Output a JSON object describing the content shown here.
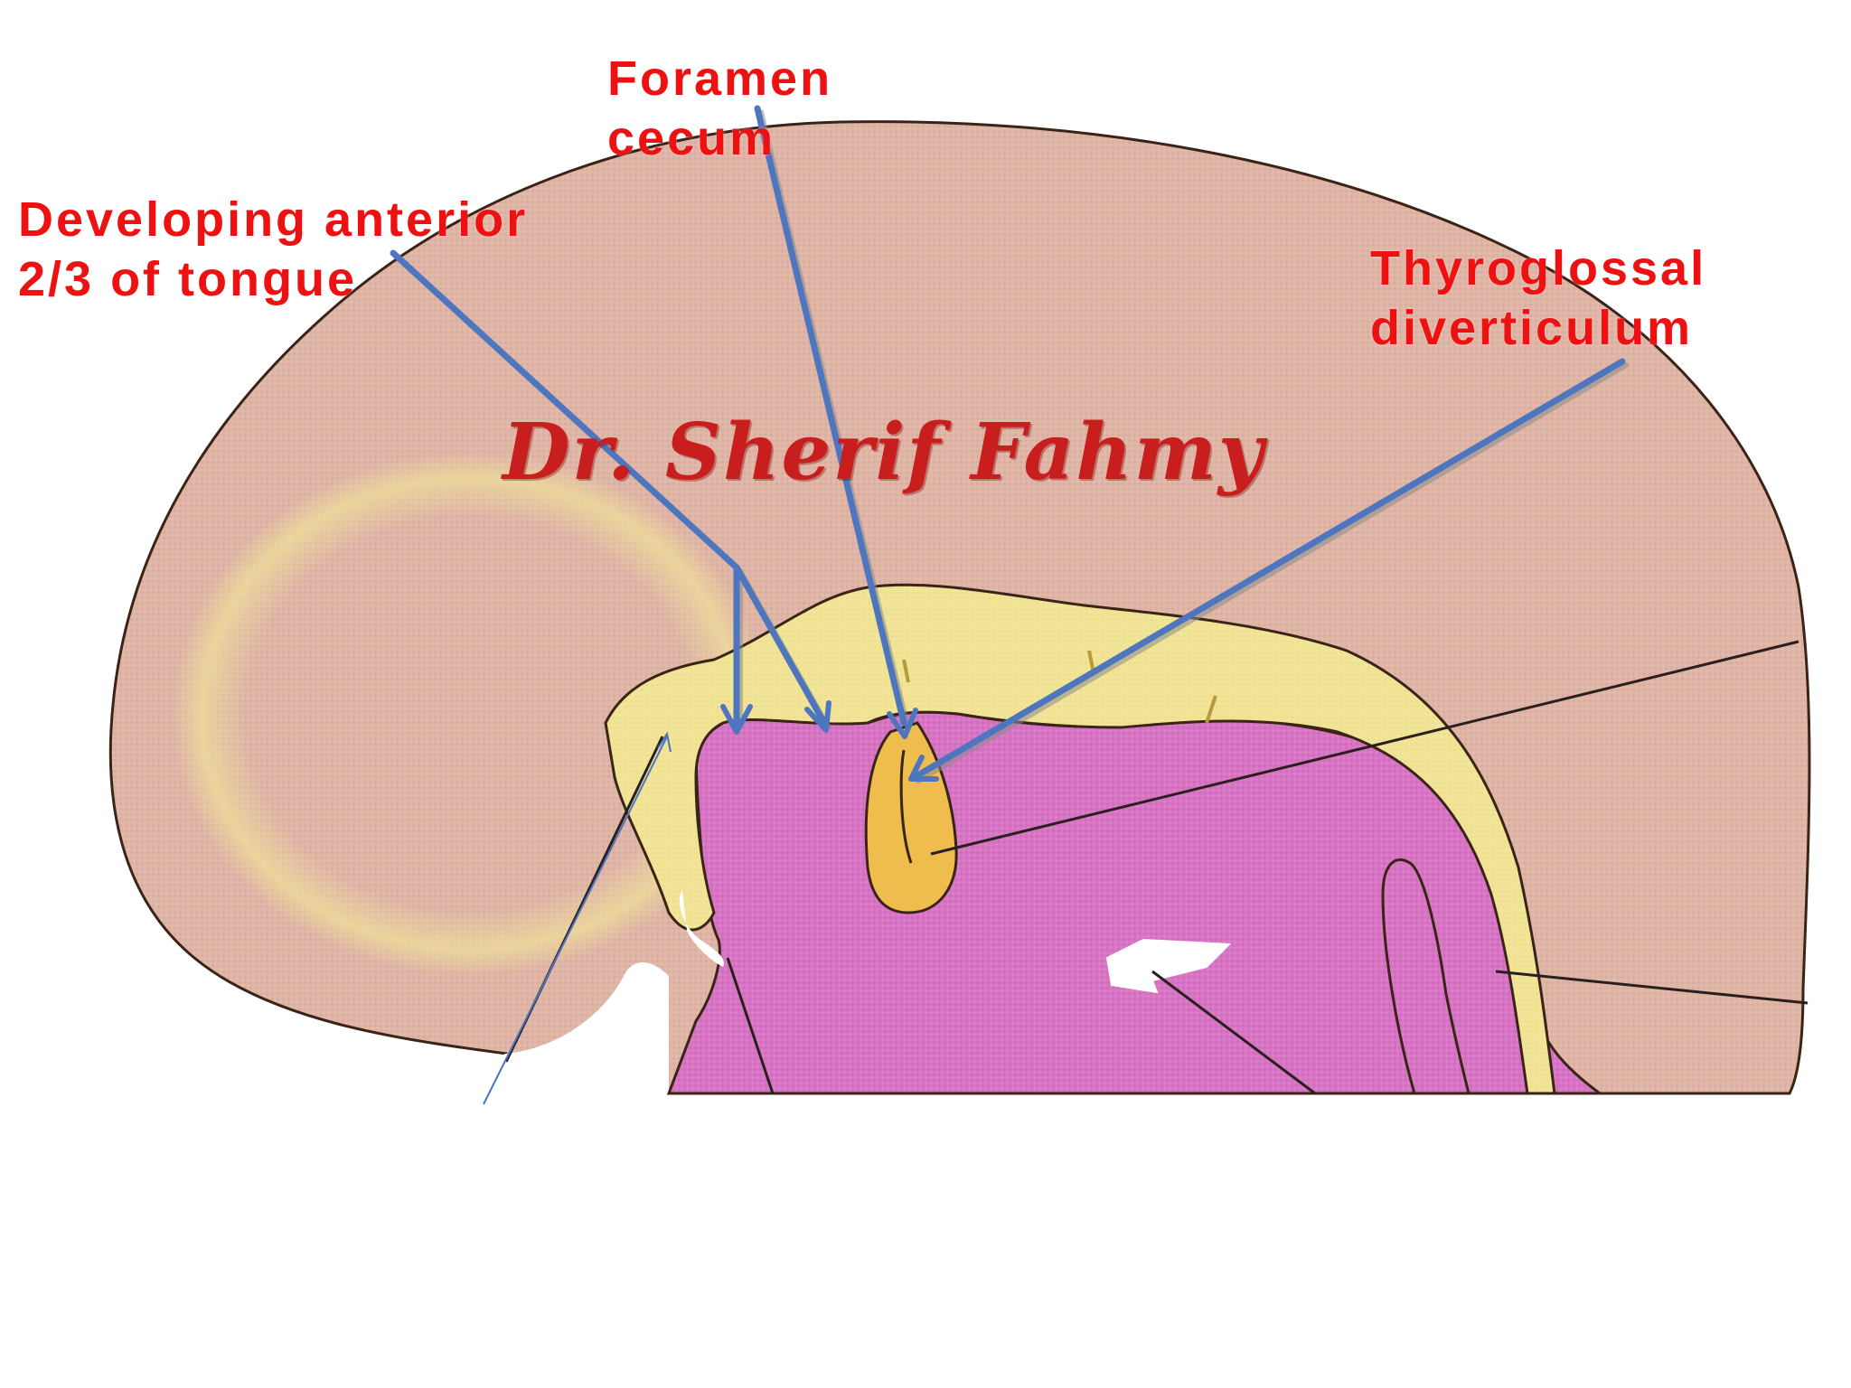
{
  "labels": {
    "foramen_cecum": {
      "line1": "Foramen",
      "line2": "cecum"
    },
    "developing_tongue": {
      "line1": "Developing anterior",
      "line2": "2/3 of tongue"
    },
    "thyroglossal": {
      "line1": "Thyroglossal",
      "line2": "diverticulum"
    }
  },
  "watermark": "Dr. Sherif Fahmy",
  "colors": {
    "label_red": "#ee1111",
    "watermark_red": "#c81e1e",
    "arrow_blue": "#4d76bf",
    "leader_dark": "#2a1f1f",
    "head_tissue": "#dfb5a6",
    "head_outline": "#3a2418",
    "endoderm_yellow": "#f1e496",
    "pharynx_magenta": "#d874c4",
    "background": "#ffffff"
  }
}
